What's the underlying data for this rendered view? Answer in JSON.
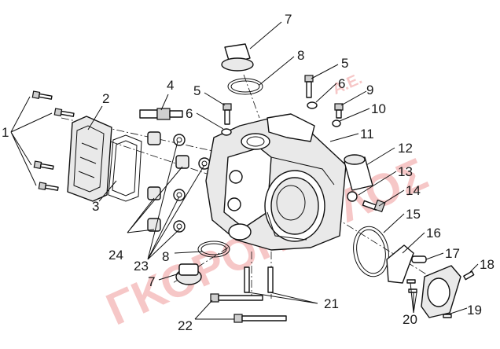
{
  "watermark": {
    "text": "ΓΚΟΡΟΠΟΥΛΟΣ",
    "suffix": "Α.Ε.",
    "color": "#e23b3b"
  },
  "callouts": {
    "n1": "1",
    "n2": "2",
    "n3": "3",
    "n4": "4",
    "n5a": "5",
    "n5b": "5",
    "n6a": "6",
    "n6b": "6",
    "n7a": "7",
    "n7b": "7",
    "n8a": "8",
    "n8b": "8",
    "n9": "9",
    "n10": "10",
    "n11": "11",
    "n12": "12",
    "n13": "13",
    "n14": "14",
    "n15": "15",
    "n16": "16",
    "n17": "17",
    "n18": "18",
    "n19": "19",
    "n20": "20",
    "n21": "21",
    "n22": "22",
    "n23": "23",
    "n24": "24"
  }
}
